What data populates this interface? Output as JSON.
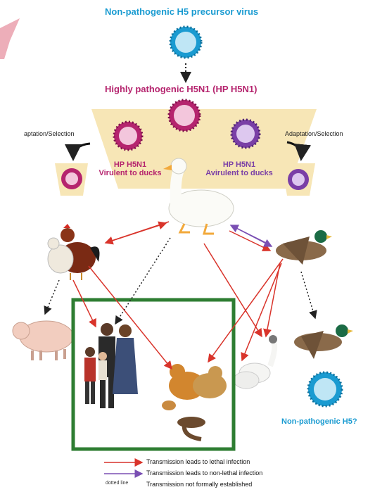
{
  "title_top": "Non-pathogenic H5 precursor virus",
  "title_hp": "Highly pathogenic H5N1 (HP H5N1)",
  "adapt_left": "aptation/Selection",
  "adapt_right": "Adaptation/Selection",
  "virulent": {
    "line1": "HP H5N1",
    "line2": "Virulent to ducks"
  },
  "avirulent": {
    "line1": "HP H5N1",
    "line2": "Avirulent to ducks"
  },
  "np_h5": "Non-pathogenic H5?",
  "legend": [
    {
      "key": "",
      "text": "Transmission leads to lethal infection",
      "color": "#d9342b"
    },
    {
      "key": "",
      "text": "Transmission leads to non-lethal infection",
      "color": "#7a4fb3"
    },
    {
      "key": "dotted line",
      "text": "Transmission not formally established",
      "color": "#222222"
    }
  ],
  "colors": {
    "cyan": "#1a9bd1",
    "magenta": "#b5246e",
    "purple": "#7a3fa6",
    "red": "#d9342b",
    "green": "#2e7d32",
    "sand": "#f7e6b6"
  }
}
